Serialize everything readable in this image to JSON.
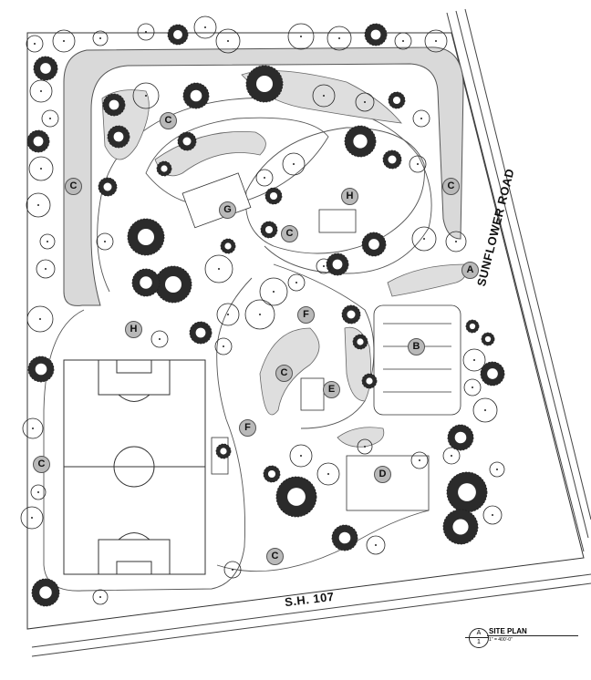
{
  "plan": {
    "roads": {
      "east": "SUNFLOWER ROAD",
      "south": "S.H. 107"
    },
    "zones": {
      "a": "A",
      "b": "B",
      "c": "C",
      "d": "D",
      "e": "E",
      "f": "F",
      "g": "G",
      "h": "H"
    },
    "title_block": {
      "sheet_top": "A",
      "sheet_bottom": "1",
      "title": "SITE PLAN",
      "scale": "1\" = 400'-0\""
    }
  }
}
